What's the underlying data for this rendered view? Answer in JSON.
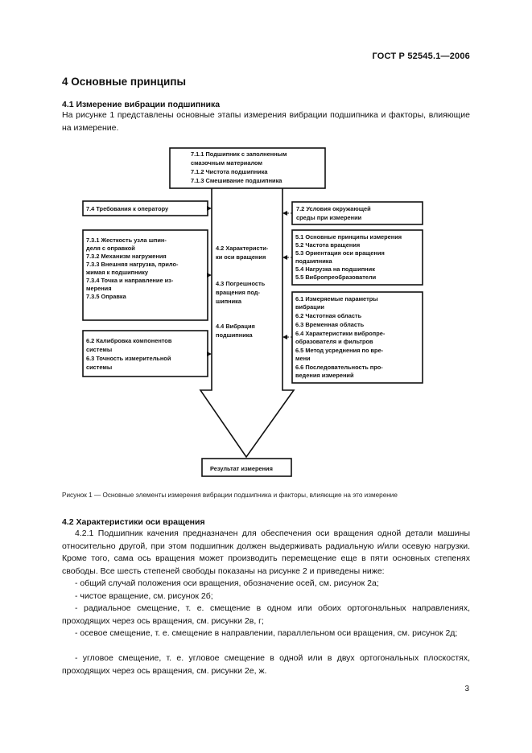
{
  "header": {
    "standard_code": "ГОСТ Р 52545.1—2006"
  },
  "section": {
    "title": "4  Основные принципы"
  },
  "subsection_41": {
    "title": "4.1  Измерение вибрации подшипника",
    "text": "На рисунке 1 представлены основные этапы измерения вибрации подшипника и факторы, влияющие на измерение."
  },
  "figure": {
    "top_box": [
      "7.1.1 Подшипник с заполненным",
      "смазочным материалом",
      "7.1.2 Чистота подшипника",
      "7.1.3 Смешивание подшипника"
    ],
    "operator_box": [
      "7.4 Требования к оператору"
    ],
    "setup_box": [
      "7.3.1 Жесткость узла шпин-",
      "деля с оправкой",
      "7.3.2 Механизм нагружения",
      "7.3.3 Внешняя нагрузка, прило-",
      "жимая к подшипнику",
      "7.3.4 Точка и направление из-",
      "мерения",
      "7.3.5 Оправка"
    ],
    "calib_box": [
      "6.2 Калибровка компонентов",
      "системы",
      "6.3 Точность измерительной",
      "системы"
    ],
    "env_box": [
      "7.2 Условия окружающей",
      "среды при измерении"
    ],
    "principles_box": [
      "5.1 Основные принципы измерения",
      "5.2 Частота вращения",
      "5.3 Ориентация оси вращения",
      "подшипника",
      "5.4 Нагрузка на подшипник",
      "5.5 Вибропреобразователи"
    ],
    "params_box": [
      "6.1 Измеряемые параметры",
      "вибрации",
      "6.2 Частотная область",
      "6.3 Временная область",
      "6.4 Характеристики вибропре-",
      "образователя и фильтров",
      "6.5 Метод усреднения по вре-",
      "мени",
      "6.6 Последовательность про-",
      "ведения измерений"
    ],
    "arrow_items": [
      [
        "4.2 Характеристи-",
        "ки оси вращения"
      ],
      [
        "4.3 Погрешность",
        "вращения под-",
        "шипника"
      ],
      [
        "4.4 Вибрация",
        "подшипника"
      ]
    ],
    "result": "Результат измерения",
    "caption": "Рисунок 1 — Основные элементы измерения вибрации подшипника и факторы, влияющие на это измерение"
  },
  "subsection_42": {
    "title": "4.2  Характеристики оси вращения",
    "p1": "4.2.1  Подшипник качения предназначен для обеспечения оси вращения одной детали машины относительно другой, при этом подшипник должен выдерживать радиальную и/или осевую нагрузки. Кроме того, сама ось вращения может производить перемещение еще в пяти основных степенях свободы. Все шесть степеней свободы показаны на рисунке 2 и приведены ниже:",
    "items": [
      "-  общий случай положения оси вращения, обозначение осей, см. рисунок 2а;",
      "-  чистое вращение, см. рисунок 2б;",
      "-  радиальное смещение, т. е. смещение в одном или обоих ортогональных направлениях, проходящих через ось вращения, см. рисунки 2в, г;",
      "-  осевое смещение, т. е. смещение в направлении, параллельном оси вращения, см. рисунок 2д;",
      "-  угловое смещение, т. е. угловое смещение в одной или в двух ортогональных плоскостях, проходящих через ось вращения, см. рисунки 2е, ж."
    ]
  },
  "page_number": "3"
}
